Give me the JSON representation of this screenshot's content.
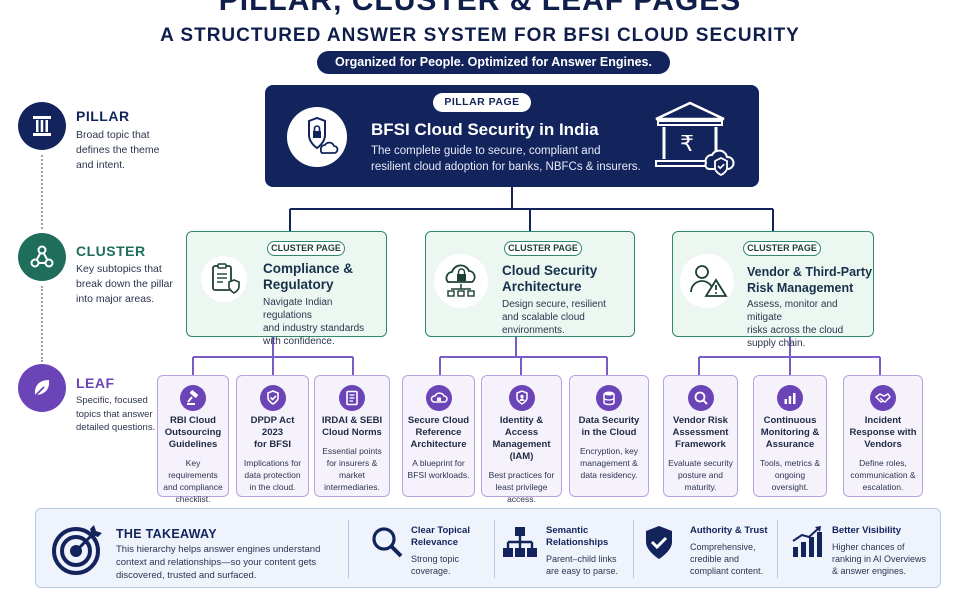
{
  "header": {
    "title": "PILLAR, CLUSTER & LEAF PAGES",
    "subtitle": "A STRUCTURED ANSWER SYSTEM FOR BFSI CLOUD SECURITY",
    "tagline": "Organized for People. Optimized for Answer Engines."
  },
  "legend": {
    "pillar": {
      "title": "PILLAR",
      "desc": [
        "Broad topic that",
        "defines the theme",
        "and intent."
      ],
      "color": "#13245c",
      "icon": "column-icon"
    },
    "cluster": {
      "title": "CLUSTER",
      "desc": [
        "Key subtopics that",
        "break down the pillar",
        "into major areas."
      ],
      "color": "#1f6e5c",
      "icon": "network-nodes-icon"
    },
    "leaf": {
      "title": "LEAF",
      "desc": [
        "Specific, focused",
        "topics that answer",
        "detailed questions."
      ],
      "color": "#6b44b8",
      "icon": "leaf-icon"
    }
  },
  "pillar": {
    "tag": "PILLAR PAGE",
    "title": "BFSI Cloud Security in India",
    "desc": [
      "The complete guide to secure, compliant and",
      "resilient cloud adoption for banks, NBFCs & insurers."
    ]
  },
  "clusters": [
    {
      "tag": "CLUSTER PAGE",
      "title": [
        "Compliance &",
        "Regulatory"
      ],
      "desc": [
        "Navigate Indian regulations",
        "and industry standards",
        "with confidence."
      ],
      "icon": "clipboard-shield-icon"
    },
    {
      "tag": "CLUSTER PAGE",
      "title": [
        "Cloud Security",
        "Architecture"
      ],
      "desc": [
        "Design secure, resilient",
        "and scalable cloud",
        "environments."
      ],
      "icon": "cloud-lock-icon"
    },
    {
      "tag": "CLUSTER PAGE",
      "title": [
        "Vendor & Third-Party",
        "Risk Management"
      ],
      "desc": [
        "Assess, monitor and mitigate",
        "risks across the cloud",
        "supply chain."
      ],
      "icon": "person-warning-icon"
    }
  ],
  "leaves": [
    {
      "title": [
        "RBI Cloud",
        "Outsourcing",
        "Guidelines"
      ],
      "desc": [
        "Key requirements",
        "and compliance",
        "checklist."
      ],
      "icon": "gavel-icon"
    },
    {
      "title": [
        "DPDP Act 2023",
        "for BFSI"
      ],
      "desc": [
        "Implications for",
        "data protection",
        "in the cloud."
      ],
      "icon": "shield-check-icon"
    },
    {
      "title": [
        "IRDAI & SEBI",
        "Cloud Norms"
      ],
      "desc": [
        "Essential points",
        "for insurers &",
        "market",
        "intermediaries."
      ],
      "icon": "document-icon"
    },
    {
      "title": [
        "Secure Cloud",
        "Reference",
        "Architecture"
      ],
      "desc": [
        "A blueprint for",
        "BFSI workloads."
      ],
      "icon": "cloud-lock-icon"
    },
    {
      "title": [
        "Identity & Access",
        "Management",
        "(IAM)"
      ],
      "desc": [
        "Best practices for",
        "least privilege",
        "access."
      ],
      "icon": "shield-user-icon"
    },
    {
      "title": [
        "Data Security",
        "in the Cloud"
      ],
      "desc": [
        "Encryption, key",
        "management &",
        "data residency."
      ],
      "icon": "database-icon"
    },
    {
      "title": [
        "Vendor Risk",
        "Assessment",
        "Framework"
      ],
      "desc": [
        "Evaluate security",
        "posture and",
        "maturity."
      ],
      "icon": "magnifier-icon"
    },
    {
      "title": [
        "Continuous",
        "Monitoring &",
        "Assurance"
      ],
      "desc": [
        "Tools, metrics &",
        "ongoing",
        "oversight."
      ],
      "icon": "bar-chart-icon"
    },
    {
      "title": [
        "Incident",
        "Response with",
        "Vendors"
      ],
      "desc": [
        "Define roles,",
        "communication &",
        "escalation."
      ],
      "icon": "handshake-icon"
    }
  ],
  "takeaway": {
    "title": "THE TAKEAWAY",
    "desc": [
      "This hierarchy helps answer engines understand",
      "context and relationships—so your content gets",
      "discovered, trusted and surfaced."
    ],
    "items": [
      {
        "title": [
          "Clear Topical",
          "Relevance"
        ],
        "desc": [
          "Strong topic",
          "coverage."
        ],
        "icon": "magnifier-icon"
      },
      {
        "title": [
          "Semantic",
          "Relationships"
        ],
        "desc": [
          "Parent–child links",
          "are easy to parse."
        ],
        "icon": "hierarchy-icon"
      },
      {
        "title": [
          "Authority & Trust"
        ],
        "desc": [
          "Comprehensive,",
          "credible and",
          "compliant content."
        ],
        "icon": "shield-check-icon"
      },
      {
        "title": [
          "Better Visibility"
        ],
        "desc": [
          "Higher chances of",
          "ranking in AI Overviews",
          "& answer engines."
        ],
        "icon": "growth-chart-icon"
      }
    ]
  },
  "colors": {
    "navy": "#13245c",
    "green": "#2f8a6a",
    "purple": "#6b44b8",
    "connector": "#7a5cc4"
  }
}
